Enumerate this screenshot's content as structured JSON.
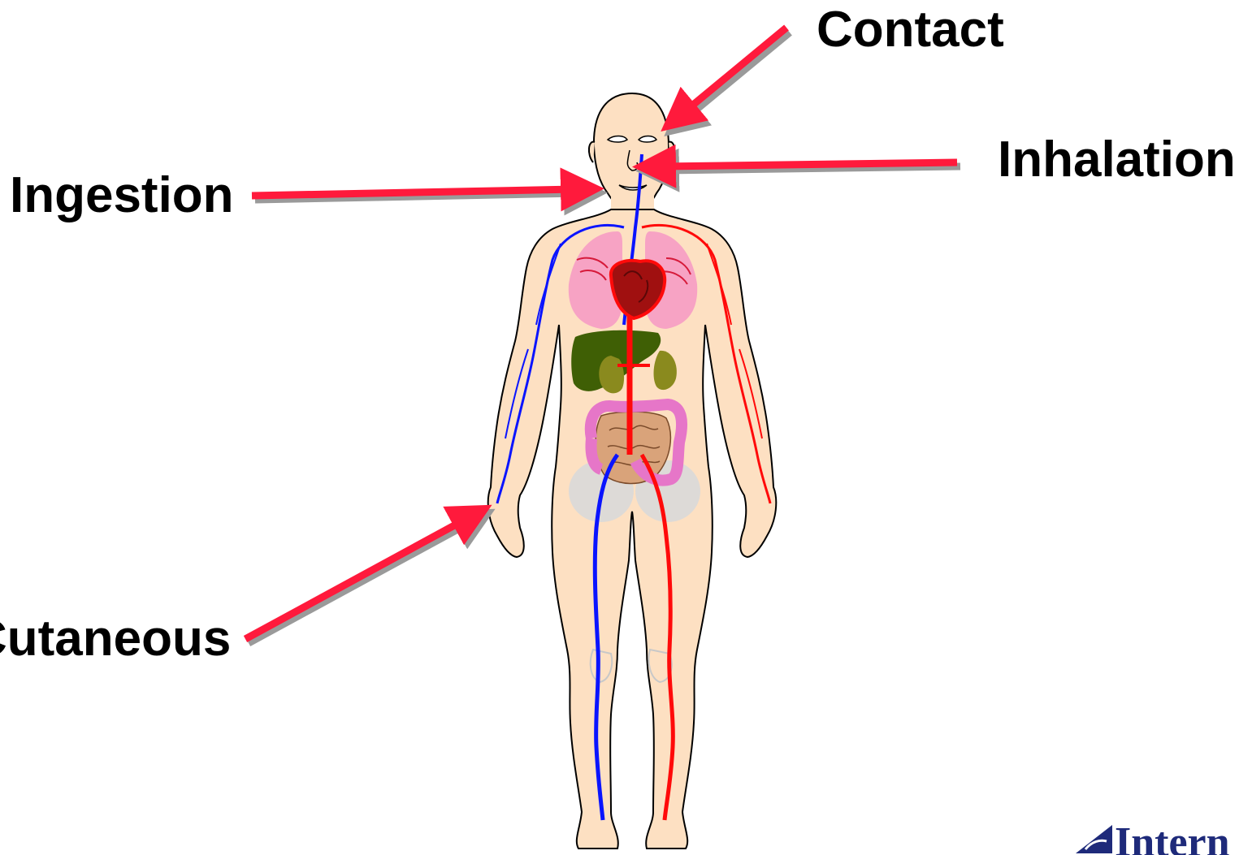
{
  "labels": {
    "contact": "Contact",
    "inhalation": "Inhalation",
    "ingestion": "Ingestion",
    "cutaneous": "Cutaneous"
  },
  "logo": {
    "text": "Intern",
    "color": "#1e2a7a"
  },
  "colors": {
    "arrow": "#ff1a3c",
    "arrow_shadow": "#9a9a9a",
    "skin": "#fde0c2",
    "vein": "#0a14ff",
    "artery": "#ff0a0a",
    "lung": "#f7a3c4",
    "heart": "#c41616",
    "liver": "#3f5f05",
    "kidney": "#8a8a1e",
    "colon": "#e676c8",
    "intestine": "#d9a37a",
    "bone": "#d9d9d9"
  },
  "icons": {
    "arrows": "red-arrow-icon",
    "figure": "human-body-icon",
    "logo": "logo-icon"
  }
}
